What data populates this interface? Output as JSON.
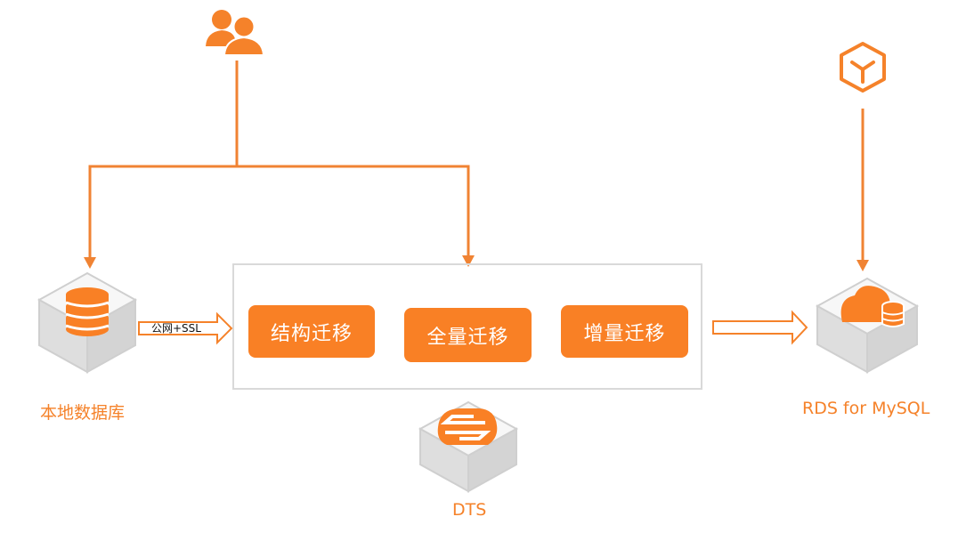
{
  "diagram": {
    "title": "Local database to RDS for MySQL migration via DTS",
    "colors": {
      "accent": "#f5822a",
      "step_fill": "#f98025",
      "frame_border": "#d9d9d9",
      "cube_gray": "#dcdcdc"
    },
    "nodes": {
      "users": {
        "icon": "users-icon"
      },
      "source_db": {
        "label": "本地数据库",
        "icon": "database-icon"
      },
      "dts": {
        "label": "DTS",
        "icon": "dts-sync-icon"
      },
      "target_rds": {
        "label": "RDS for MySQL",
        "icon": "cloud-database-icon"
      },
      "cube": {
        "icon": "cube-icon"
      }
    },
    "connection": {
      "label": "公网+SSL"
    },
    "steps": [
      {
        "label": "结构迁移"
      },
      {
        "label": "全量迁移"
      },
      {
        "label": "增量迁移"
      }
    ]
  }
}
